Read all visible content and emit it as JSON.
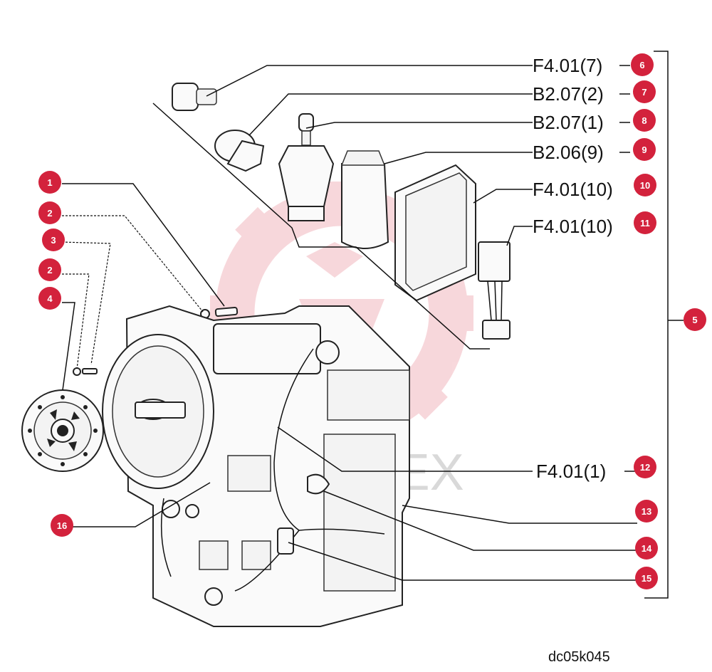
{
  "references": [
    {
      "id": "6",
      "code": "F4.01(7)"
    },
    {
      "id": "7",
      "code": "B2.07(2)"
    },
    {
      "id": "8",
      "code": "B2.07(1)"
    },
    {
      "id": "9",
      "code": "B2.06(9)"
    },
    {
      "id": "10",
      "code": "F4.01(10)"
    },
    {
      "id": "11",
      "code": "F4.01(10)"
    },
    {
      "id": "12",
      "code": "F4.01(1)"
    }
  ],
  "callouts": [
    "1",
    "2",
    "3",
    "2",
    "4",
    "5",
    "13",
    "14",
    "15",
    "16"
  ],
  "watermark": "МИТЕХ",
  "caption": "dc05k045",
  "colors": {
    "badge": "#d3223c",
    "watermark": "#f2b8bf",
    "line": "#111111"
  }
}
